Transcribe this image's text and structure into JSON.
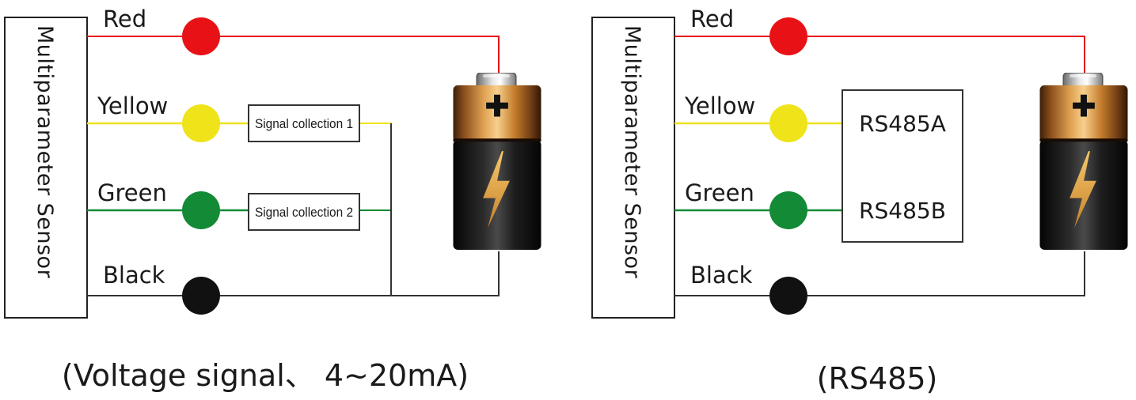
{
  "colors": {
    "red": "#e81216",
    "yellow": "#efe31a",
    "green": "#138a36",
    "black": "#111111",
    "wire_black": "#333333"
  },
  "left": {
    "sensor_label": "Multiparameter Sensor",
    "wires": [
      {
        "label": "Red",
        "color": "red"
      },
      {
        "label": "Yellow",
        "color": "yellow"
      },
      {
        "label": "Green",
        "color": "green"
      },
      {
        "label": "Black",
        "color": "black"
      }
    ],
    "signal_boxes": [
      "Signal collection 1",
      "Signal collection 2"
    ],
    "caption": "(Voltage signal、 4~20mA)"
  },
  "right": {
    "sensor_label": "Multiparameter Sensor",
    "wires": [
      {
        "label": "Red",
        "color": "red"
      },
      {
        "label": "Yellow",
        "color": "yellow"
      },
      {
        "label": "Green",
        "color": "green"
      },
      {
        "label": "Black",
        "color": "black"
      }
    ],
    "rs485_box": {
      "a": "RS485A",
      "b": "RS485B"
    },
    "caption": "(RS485)"
  },
  "battery_icon": "battery-icon",
  "battery_symbol": "+"
}
